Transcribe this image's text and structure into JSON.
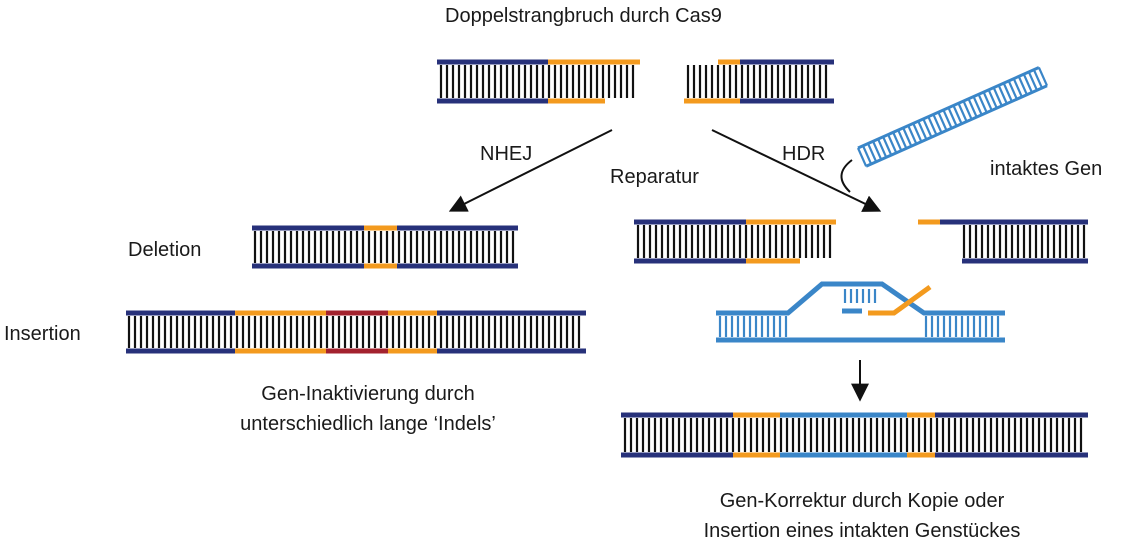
{
  "title": "Doppelstrangbruch durch Cas9",
  "labels": {
    "nhej": "NHEJ",
    "hdr": "HDR",
    "reparatur": "Reparatur",
    "intact_gene": "intaktes Gen",
    "deletion": "Deletion",
    "insertion": "Insertion"
  },
  "captions": {
    "nhej_line1": "Gen-Inaktivierung durch",
    "nhej_line2": "unterschiedlich lange ‘Indels’",
    "hdr_line1": "Gen-Korrektur durch Kopie oder",
    "hdr_line2": "Insertion eines intakten Genstückes"
  },
  "colors": {
    "backbone": "#27317a",
    "target": "#f39a1e",
    "inserted": "#a3222e",
    "template": "#3a86c8",
    "rung": "#111111",
    "arrow": "#111111"
  }
}
